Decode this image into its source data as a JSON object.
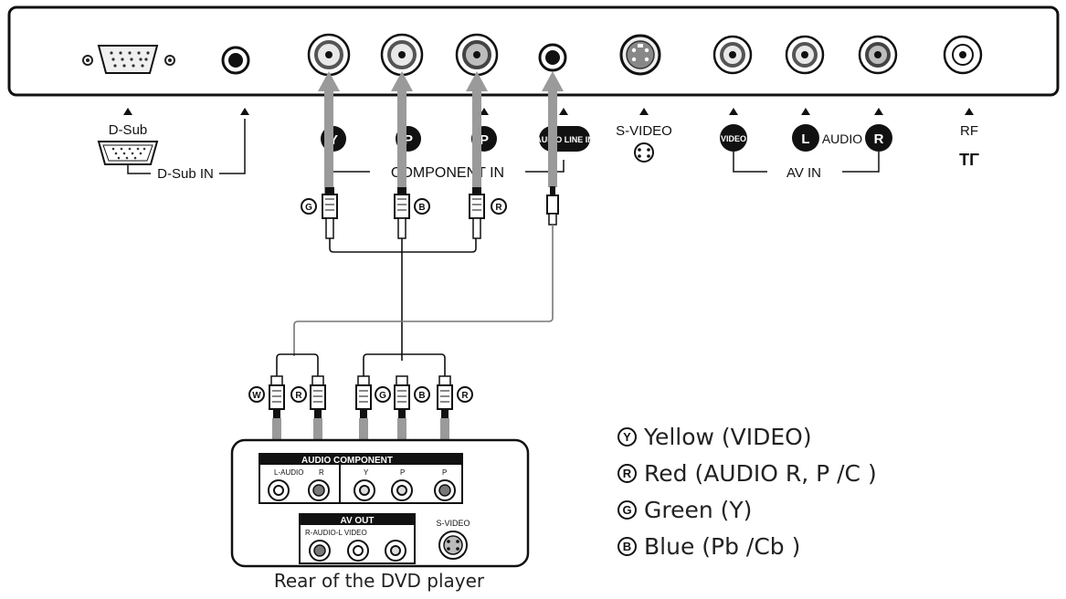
{
  "tv_panel": {
    "dsub_label": "D-Sub",
    "dsub_in_label": "D-Sub IN",
    "component_in_label": "COMPONENT IN",
    "jack_y": "Y",
    "jack_pb": "P",
    "jack_pr": "P",
    "audio_line_in": "AUDIO LINE IN",
    "svideo_label": "S-VIDEO",
    "video_badge": "VIDEO",
    "audio_l": "L",
    "audio_r": "R",
    "audio_label": "AUDIO",
    "av_in_label": "AV IN",
    "rf_label": "RF",
    "rf_symbol": "ΤΓ"
  },
  "cable_labels": {
    "g": "G",
    "b": "B",
    "r": "R",
    "w": "W"
  },
  "dvd_panel": {
    "audio_component_label": "AUDIO COMPONENT",
    "l_audio": "L-AUDIO",
    "r_label": "R",
    "y_label": "Y",
    "pb_label": "P",
    "pr_label": "P",
    "av_out_label": "AV OUT",
    "r_audio_video": "R-AUDIO-L VIDEO",
    "svideo_label": "S-VIDEO"
  },
  "caption": "Rear of the DVD player",
  "legend": [
    {
      "badge": "Y",
      "text": "Yellow (VIDEO)"
    },
    {
      "badge": "R",
      "text": "Red (AUDIO R, P  /C  )"
    },
    {
      "badge": "G",
      "text": "Green (Y)"
    },
    {
      "badge": "B",
      "text": "Blue (Pb /Cb  )"
    }
  ]
}
